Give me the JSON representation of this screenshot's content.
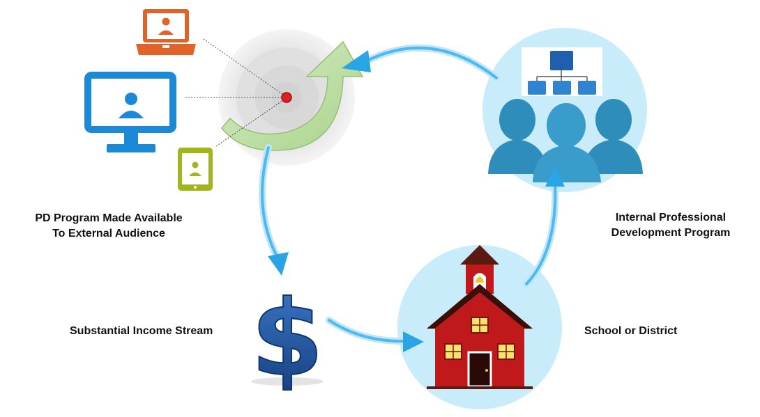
{
  "labels": {
    "pd_program": [
      "PD Program Made Available",
      "To External Audience"
    ],
    "income": "Substantial Income Stream",
    "school": "School or District",
    "internal": [
      "Internal Professional",
      "Development Program"
    ]
  },
  "icons": [
    "laptop-icon",
    "desktop-monitor-icon",
    "tablet-icon",
    "target-icon",
    "curved-arrow-icon",
    "dollar-sign-icon",
    "schoolhouse-icon",
    "org-chart-icon",
    "people-silhouettes-icon"
  ],
  "colors": {
    "laptop": "#e0632a",
    "monitor": "#1a8ad8",
    "tablet": "#a2b51f",
    "cycle_arrow": "#4fb8ee",
    "circle_fill": "#c9ecfa",
    "dollar": "#1c4f99",
    "school_red": "#c0191c",
    "people": "#2e8dbb",
    "org_box": "#1f6fc0"
  }
}
